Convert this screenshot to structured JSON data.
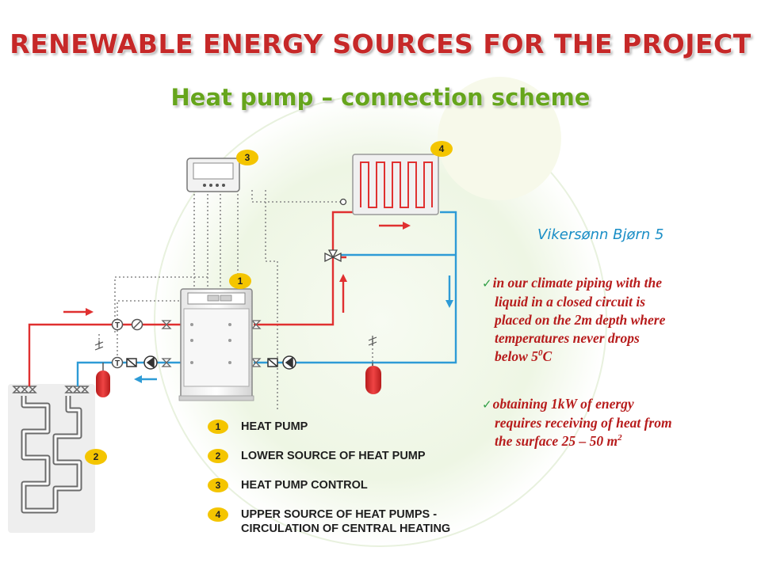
{
  "title": "RENEWABLE ENERGY SOURCES FOR THE PROJECT",
  "subtitle": "Heat pump – connection scheme",
  "location_label": "Vikersønn Bjørn 5",
  "notes": {
    "n1_line1": "in our climate piping with the",
    "n1_line2": "liquid in a closed circuit is",
    "n1_line3": "placed on the 2m depth where",
    "n1_line4": "temperatures never drops",
    "n1_line5_pre": "below  5",
    "n1_line5_sup": "0",
    "n1_line5_post": "C",
    "n2_line1": "obtaining 1kW of energy",
    "n2_line2": "requires receiving of heat from",
    "n2_line3_pre": "the surface 25 – 50 m",
    "n2_line3_sup": "2"
  },
  "diagram": {
    "badges": [
      "1",
      "2",
      "3",
      "4"
    ],
    "sensor_label": "T",
    "colors": {
      "supply": "#e03030",
      "return": "#2e9bd6",
      "badge": "#f4c500",
      "control": "#777777"
    }
  },
  "legend": [
    {
      "num": "1",
      "label": "HEAT PUMP"
    },
    {
      "num": "2",
      "label": "LOWER SOURCE OF HEAT PUMP"
    },
    {
      "num": "3",
      "label": "HEAT PUMP CONTROL"
    },
    {
      "num": "4",
      "label": "UPPER SOURCE OF HEAT PUMPS -",
      "label2": "CIRCULATION OF CENTRAL HEATING"
    }
  ]
}
